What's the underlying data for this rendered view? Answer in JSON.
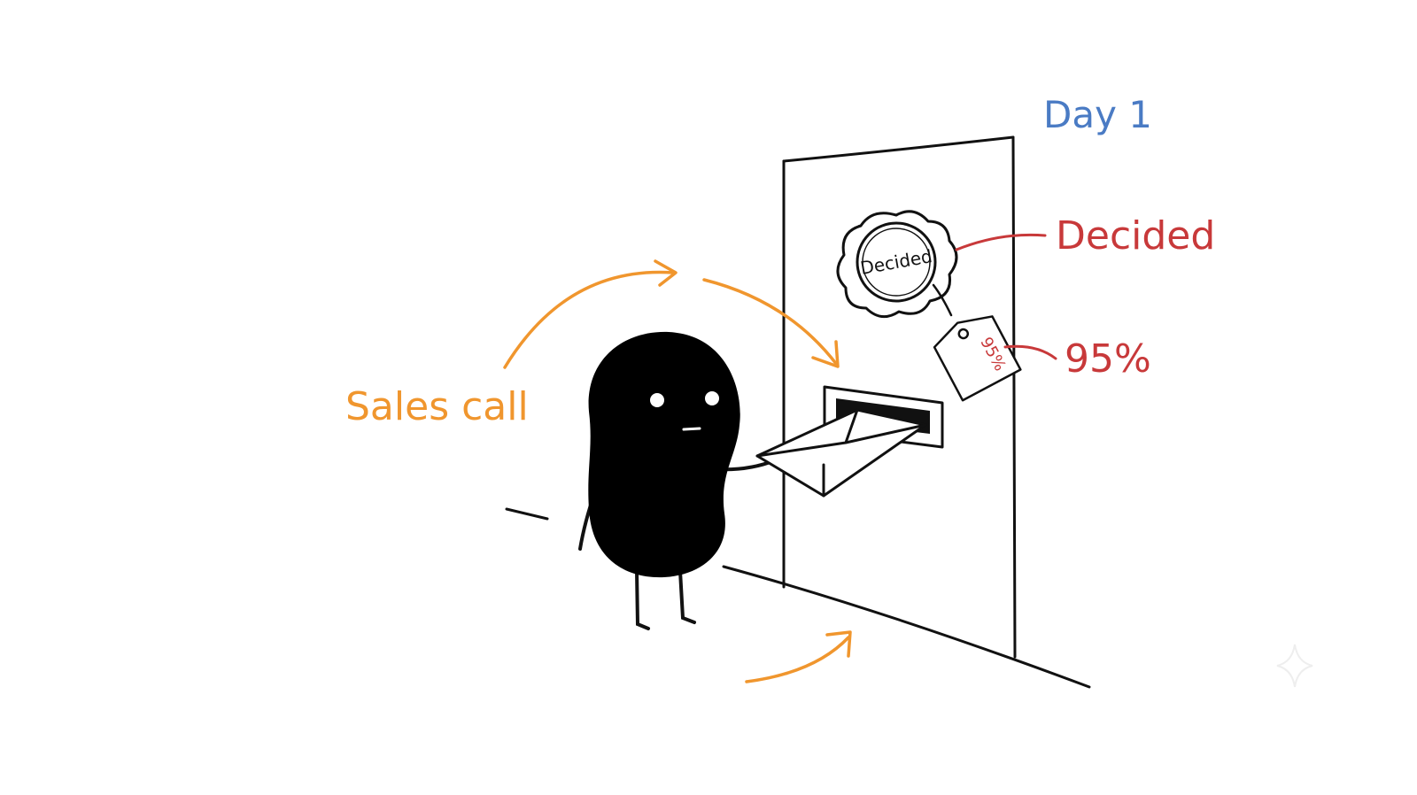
{
  "labels": {
    "day": "Day 1",
    "decided": "Decided",
    "percent": "95%",
    "sales_call": "Sales call",
    "seal_text": "Decided",
    "tag_text": "95%"
  },
  "colors": {
    "day": "#4a7bc4",
    "decided": "#c8393a",
    "percent": "#c8393a",
    "sales_call": "#f0962e",
    "arrow": "#f0962e",
    "ink": "#111111"
  },
  "icons": {
    "character": "bean-character-icon",
    "envelope": "envelope-icon",
    "seal": "wax-seal-icon",
    "tag": "price-tag-icon",
    "door": "door-icon",
    "mail_slot": "mail-slot-icon",
    "sparkle": "sparkle-icon"
  }
}
